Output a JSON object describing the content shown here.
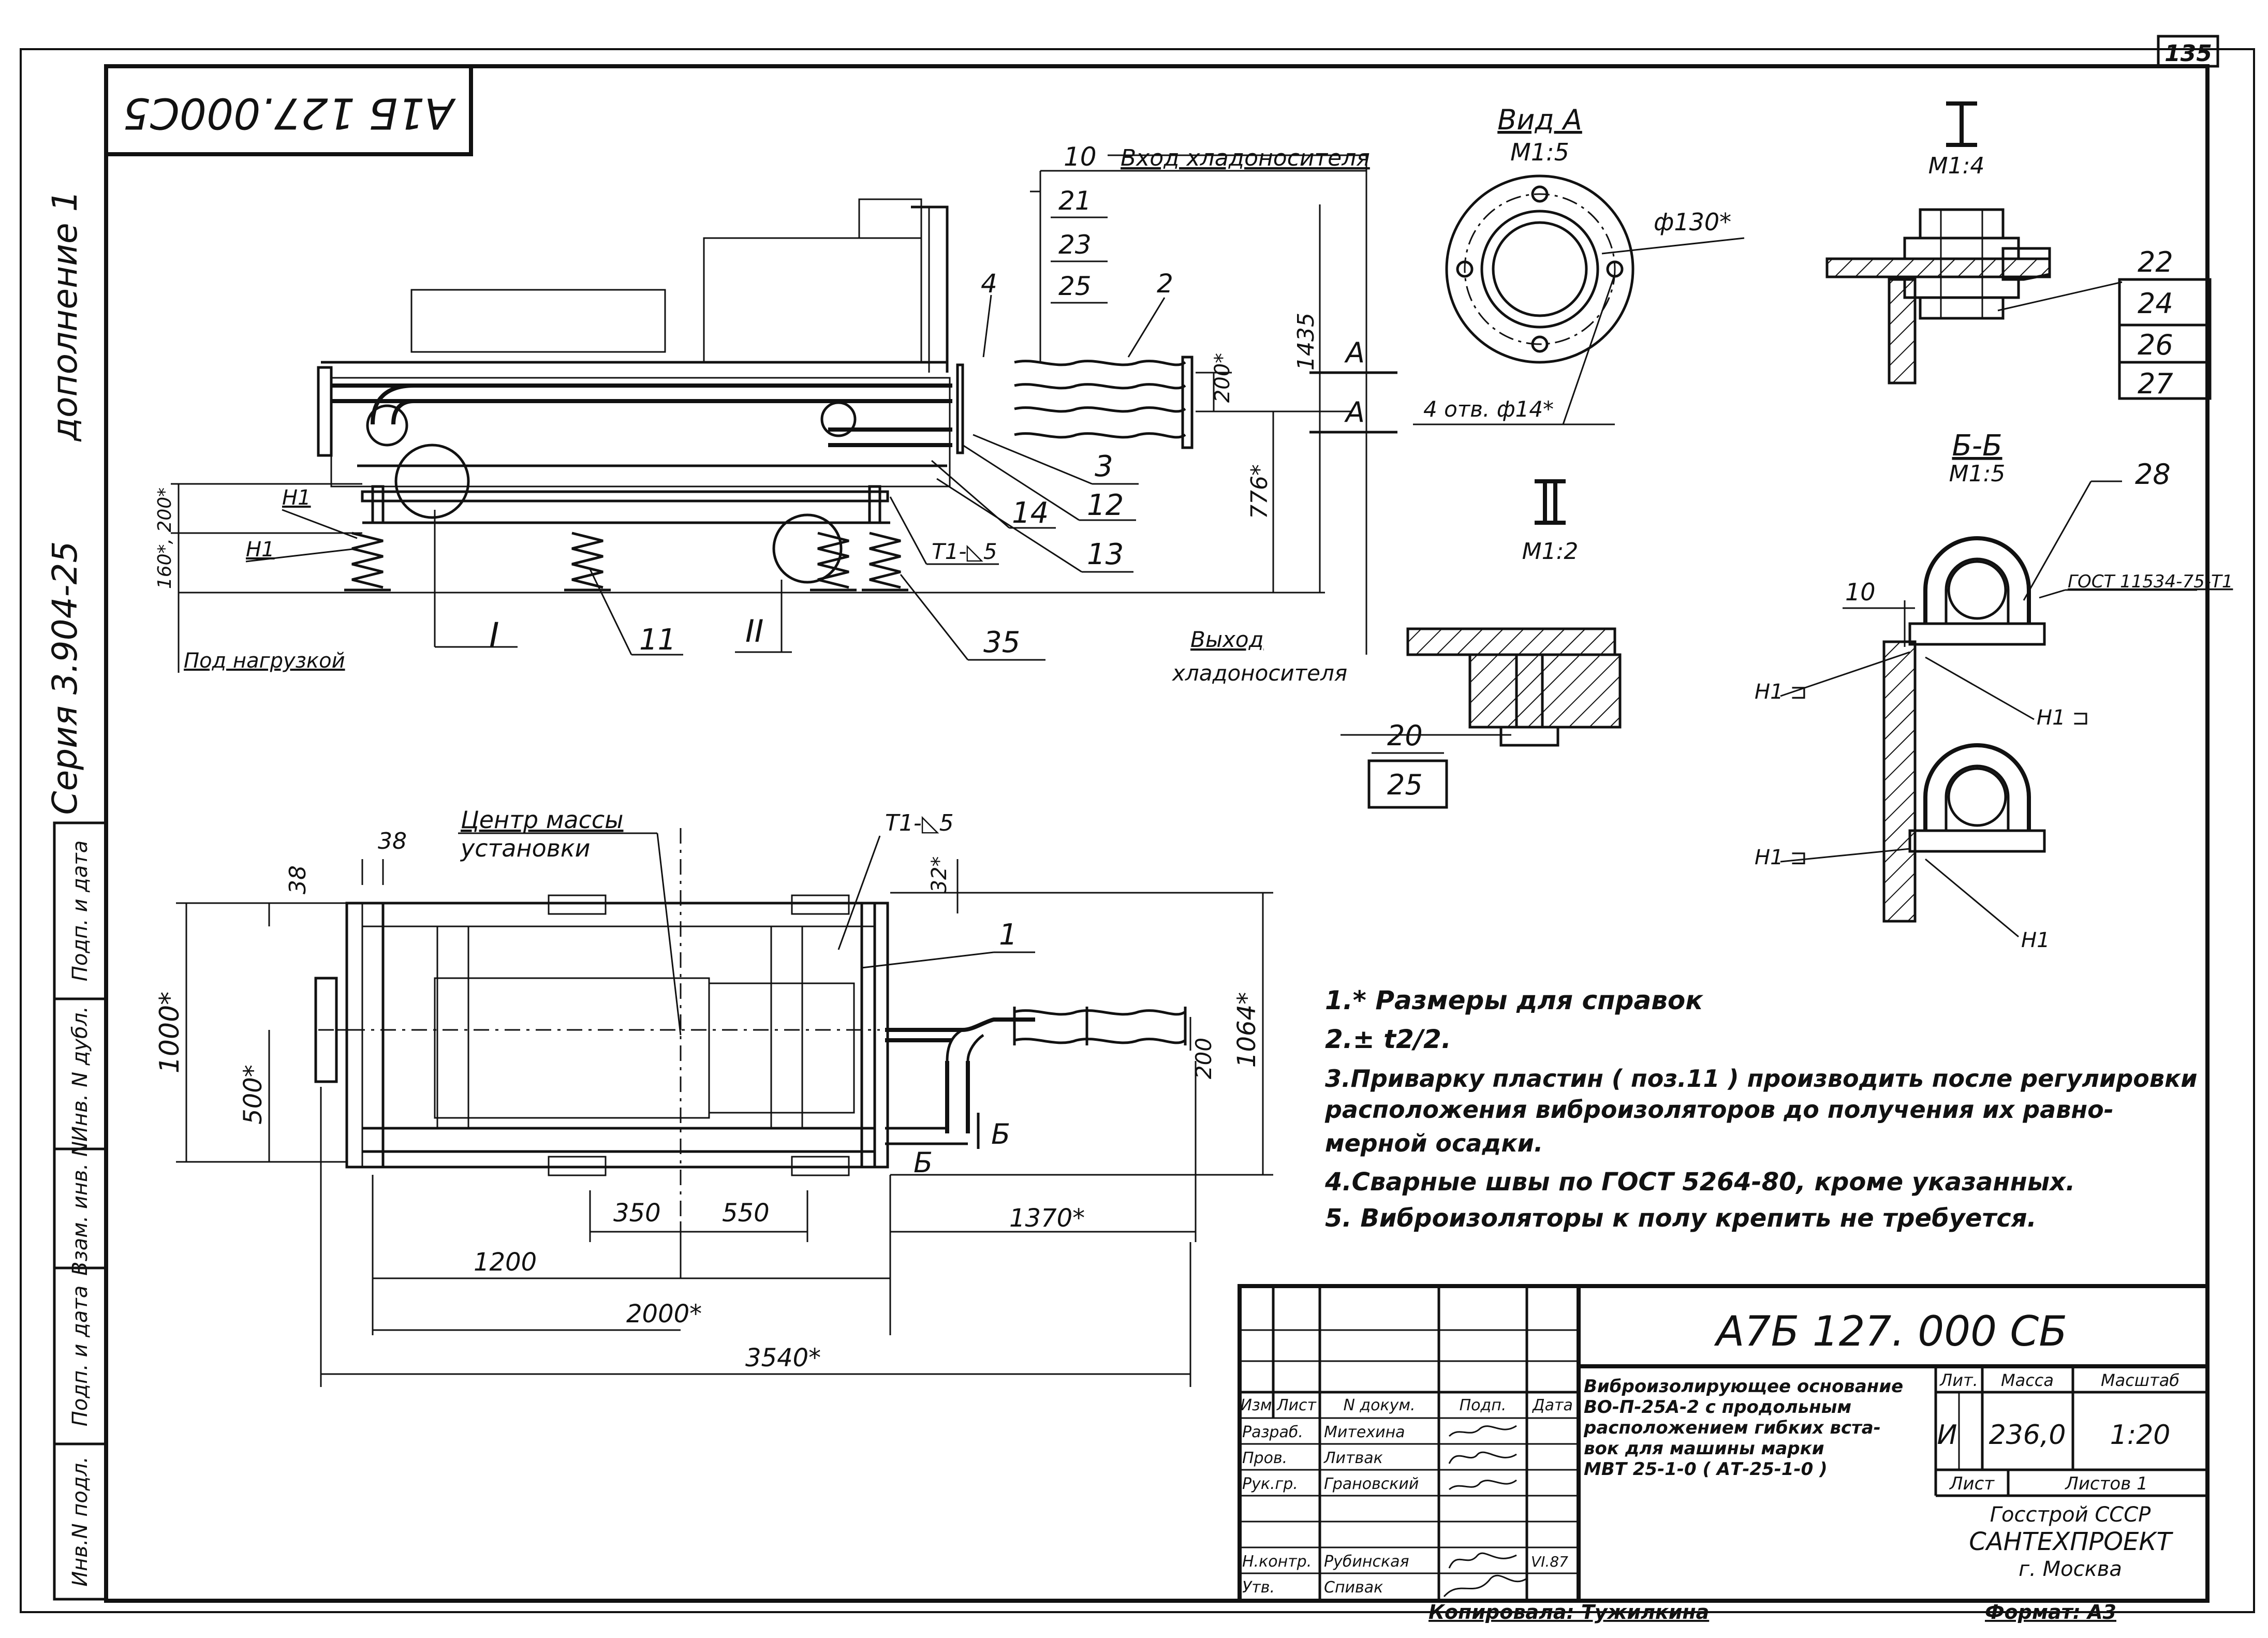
{
  "sheet": {
    "page_number": "135"
  },
  "stamps": {
    "doc_code_rotated": "А1Б 127.000С5",
    "addendum": "дополнение 1",
    "series": "Серия 3.904-25"
  },
  "left_strip": [
    "Инв.N подл.",
    "Подп. и дата",
    "Взам. инв. N",
    "Инв. N дубл.",
    "Подп. и дата"
  ],
  "views": {
    "view_a": {
      "title": "Вид А",
      "scale": "М1:5",
      "dim_diameter": "ф130*",
      "holes": "4 отв. ф14*"
    },
    "view_1": {
      "title": "I",
      "scale": "М1:4"
    },
    "view_2": {
      "title": "II",
      "scale": "М1:2"
    },
    "section_bb": {
      "title": "Б-Б",
      "scale": "М1:5",
      "standard": "ГОСТ 11534-75-Т1"
    }
  },
  "callouts": {
    "inlet": "Вход хладоносителя",
    "outlet_1": "Выход",
    "outlet_2": "хладоносителя",
    "under_load": "Под нагрузкой",
    "mass_center_1": "Центр массы",
    "mass_center_2": "установки",
    "weld_top": "Т1-◺5",
    "weld_plan": "Т1-◺5",
    "section_mark_a": "А",
    "section_mark_b": "Б",
    "roman_1": "I",
    "roman_2": "II",
    "h1": "Н1",
    "h1_alt": "Н1 ⊐"
  },
  "positions": {
    "p10": "10",
    "p21": "21",
    "p23": "23",
    "p25": "25",
    "p4": "4",
    "p2": "2",
    "p3": "3",
    "p12": "12",
    "p14": "14",
    "p13": "13",
    "p11": "11",
    "p35": "35",
    "p1": "1",
    "p22": "22",
    "p24": "24",
    "p26": "26",
    "p27": "27",
    "p28": "28",
    "p20": "20",
    "p25b": "25"
  },
  "dimensions": {
    "d1435": "1435",
    "d200_top": "200*",
    "d776": "776*",
    "d160": "160*, 200*",
    "d38a": "38",
    "d38b": "38",
    "d32": "32*",
    "d1000": "1000*",
    "d500": "500*",
    "d200_plan": "200",
    "d1064": "1064*",
    "d350": "350",
    "d550": "550",
    "d1370": "1370*",
    "d1200": "1200",
    "d2000": "2000*",
    "d3540": "3540*",
    "d10": "10"
  },
  "notes": [
    "1.* Размеры для справок",
    "2.± t2/2.",
    "3.Приварку пластин ( поз.11 ) производить после регулировки",
    "расположения виброизоляторов до получения их равно-",
    "мерной осадки.",
    "4.Сварные швы по ГОСТ 5264-80, кроме указанных.",
    "5. Виброизоляторы к полу крепить не требуется."
  ],
  "title_block": {
    "designation": "А7Б 127. 000 СБ",
    "name_lines": [
      "Виброизолирующее основание",
      "ВО-П-25А-2 с продольным",
      "расположением гибких вста-",
      "вок для машины марки",
      "МВТ 25-1-0 ( АТ-25-1-0 )"
    ],
    "head_lit": "Лит.",
    "head_mass": "Масса",
    "head_scale": "Масштаб",
    "lit": "И",
    "mass": "236,0",
    "scale": "1:20",
    "sheet_label": "Лист",
    "sheets_label": "Листов 1",
    "org_lines": [
      "Госстрой СССР",
      "САНТЕХПРОЕКТ",
      "г. Москва"
    ],
    "cols": [
      "Изм",
      "Лист",
      "N докум.",
      "Подп.",
      "Дата"
    ],
    "rows": [
      {
        "role": "Разраб.",
        "name": "Митехина"
      },
      {
        "role": "Пров.",
        "name": "Литвак"
      },
      {
        "role": "Рук.гр.",
        "name": "Грановский"
      },
      {
        "role": "Н.контр.",
        "name": "Рубинская",
        "date": "VI.87"
      },
      {
        "role": "Утв.",
        "name": "Спивак"
      }
    ],
    "copied": "Копировала: Тужилкина",
    "format": "Формат: А3"
  }
}
